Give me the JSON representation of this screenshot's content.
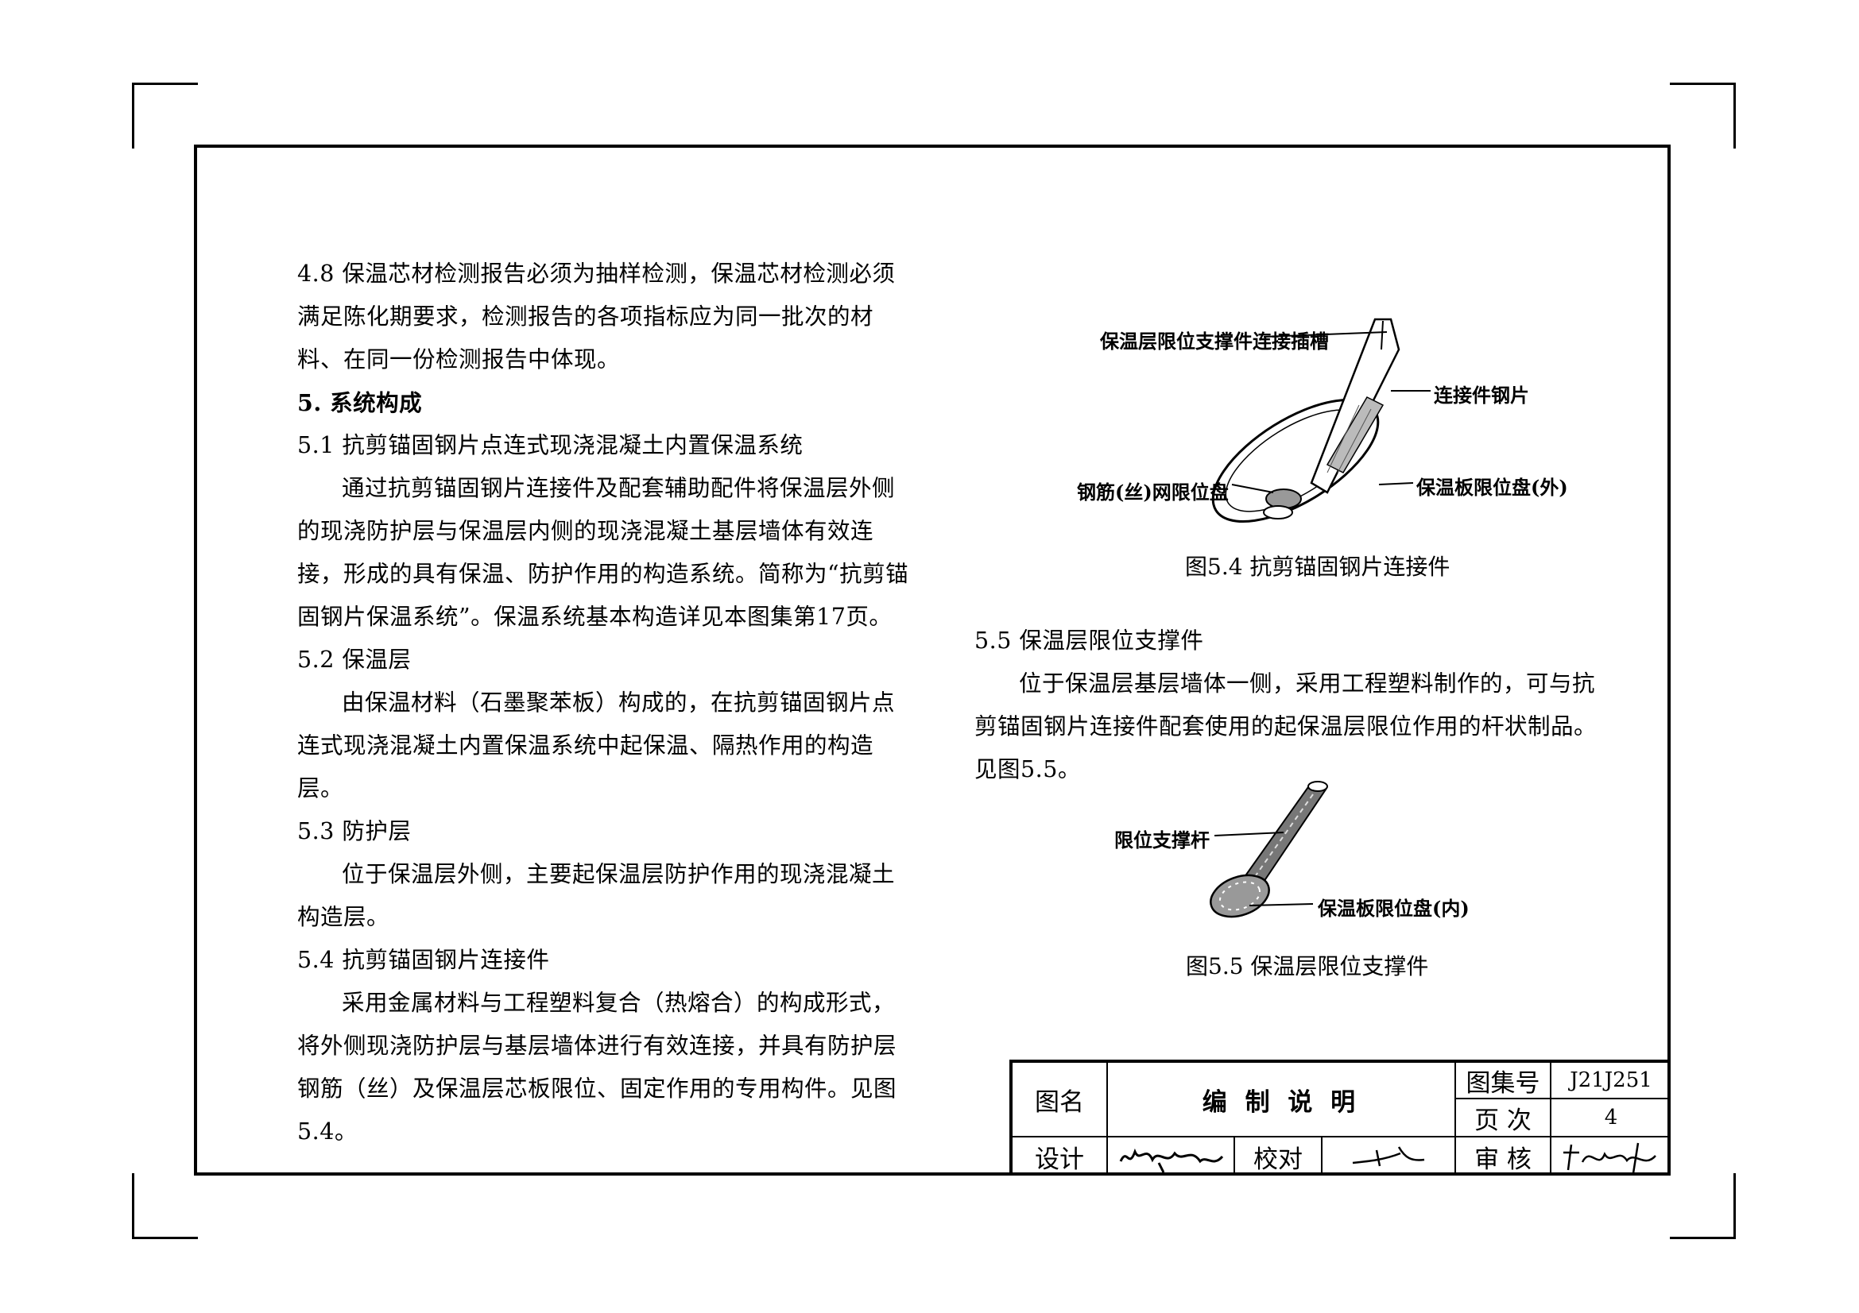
{
  "body": {
    "p_4_8": "4.8 保温芯材检测报告必须为抽样检测，保温芯材检测必须满足陈化期要求，检测报告的各项指标应为同一批次的材料、在同一份检测报告中体现。",
    "h_5": "5. 系统构成",
    "h_5_1": "5.1 抗剪锚固钢片点连式现浇混凝土内置保温系统",
    "p_5_1": "通过抗剪锚固钢片连接件及配套辅助配件将保温层外侧的现浇防护层与保温层内侧的现浇混凝土基层墙体有效连接，形成的具有保温、防护作用的构造系统。简称为“抗剪锚固钢片保温系统”。保温系统基本构造详见本图集第17页。",
    "h_5_2": "5.2 保温层",
    "p_5_2": "由保温材料（石墨聚苯板）构成的，在抗剪锚固钢片点连式现浇混凝土内置保温系统中起保温、隔热作用的构造层。",
    "h_5_3": "5.3 防护层",
    "p_5_3": "位于保温层外侧，主要起保温层防护作用的现浇混凝土构造层。",
    "h_5_4": "5.4 抗剪锚固钢片连接件",
    "p_5_4": "采用金属材料与工程塑料复合（热熔合）的构成形式，将外侧现浇防护层与基层墙体进行有效连接，并具有防护层钢筋（丝）及保温层芯板限位、固定作用的专用构件。见图5.4。",
    "h_5_5": "5.5 保温层限位支撑件",
    "p_5_5": "位于保温层基层墙体一侧，采用工程塑料制作的，可与抗剪锚固钢片连接件配套使用的起保温层限位作用的杆状制品。见图5.5。"
  },
  "fig_5_4": {
    "label_slot": "保温层限位支撑件连接插槽",
    "label_plate": "连接件钢片",
    "label_mesh": "钢筋(丝)网限位盘",
    "label_disc": "保温板限位盘(外)",
    "caption": "图5.4  抗剪锚固钢片连接件"
  },
  "fig_5_5": {
    "label_rod": "限位支撑杆",
    "label_disc": "保温板限位盘(内)",
    "caption": "图5.5  保温层限位支撑件"
  },
  "title_block": {
    "name_label": "图名",
    "name_value": "编 制 说 明",
    "atlas_label": "图集号",
    "atlas_value": "J21J251",
    "page_label": "页 次",
    "page_value": "4",
    "design_label": "设计",
    "check_label": "校对",
    "review_label": "审 核"
  }
}
